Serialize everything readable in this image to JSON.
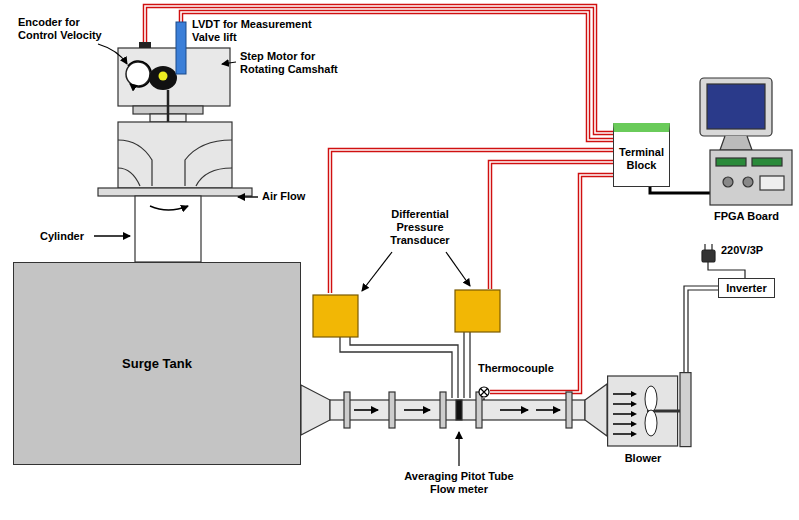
{
  "diagram": {
    "nodes": [
      {
        "text": [
          "Surge Tank"
        ]
      },
      {
        "text": [
          "Terminal Block"
        ]
      },
      {
        "text": [
          "Inverter"
        ]
      },
      {
        "text": [
          "Blower"
        ]
      }
    ],
    "edges": [
      {
        "from": 2,
        "to": 3,
        "arrow": "none"
      }
    ],
    "labels": [
      "Encoder for Control Velocity",
      "LVDT for Measurement Valve lift",
      "Step Motor for Rotating Camshaft",
      "Air Flow",
      "Cylinder",
      "Differential Pressure Transducer",
      "Thermocouple",
      "FPGA Board",
      "220V/3P",
      "Averaging Pitot Tube Flow meter"
    ]
  }
}
